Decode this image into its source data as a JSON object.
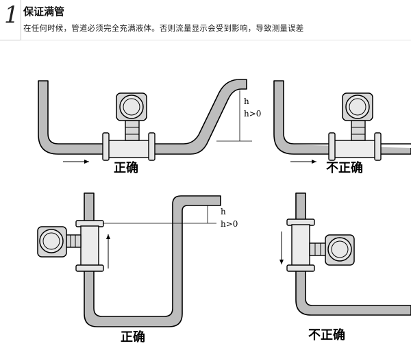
{
  "header": {
    "number": "1",
    "title": "保证满管",
    "subtitle": "在任何时候，管道必须完全充满液体。否则流量显示会受到影响，导致测量误差"
  },
  "diagrams": {
    "top_left": {
      "label": "正确",
      "h": "h",
      "h_condition": "h>0"
    },
    "top_right": {
      "label": "不正确"
    },
    "bottom_left": {
      "label": "正确",
      "h": "h",
      "h_condition": "h>0"
    },
    "bottom_right": {
      "label": "不正确"
    }
  },
  "colors": {
    "pipe_fill": "#bdbdbd",
    "pipe_stroke": "#000000",
    "transmitter_fill": "#e0e0e0",
    "background": "#ffffff"
  }
}
